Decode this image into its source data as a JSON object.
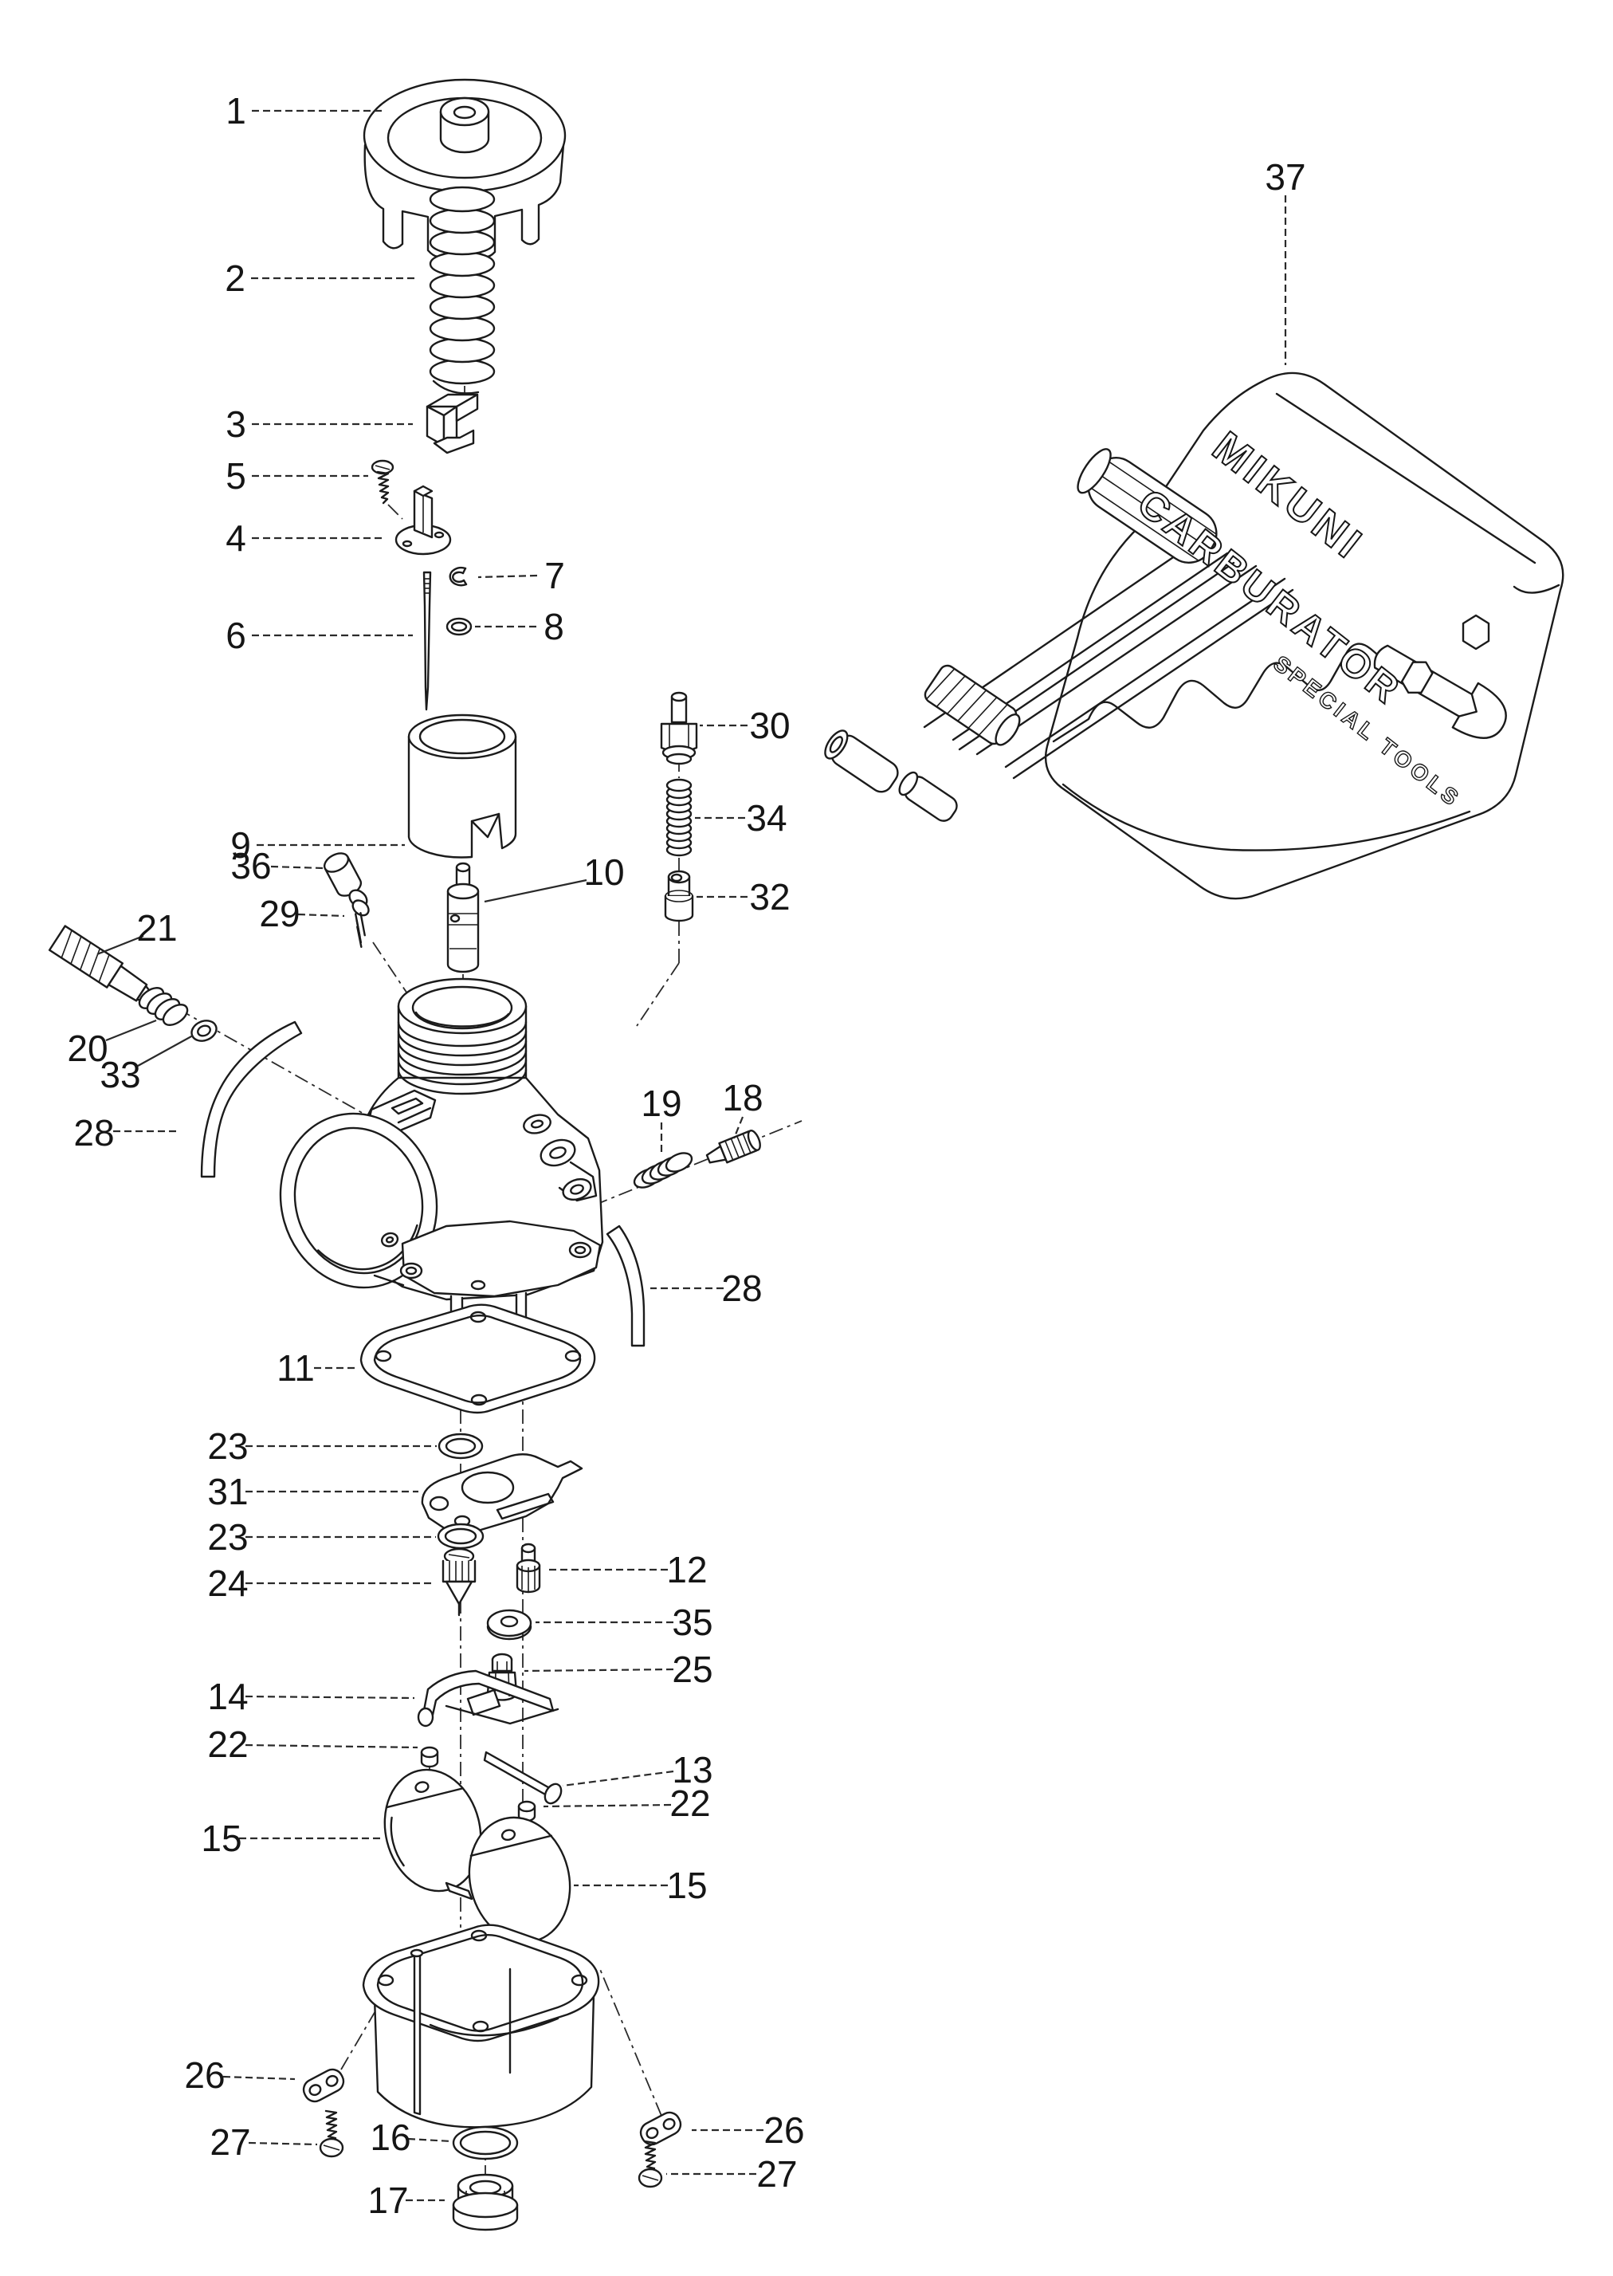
{
  "diagram": {
    "kind": "exploded-parts-diagram",
    "subject": "carburetor",
    "pouch": {
      "line1": "MIKUNI",
      "line2": "CARBURATOR",
      "line3": "SPECIAL TOOLS"
    },
    "callouts": [
      {
        "n": "1",
        "name": "top-cap"
      },
      {
        "n": "2",
        "name": "slide-spring"
      },
      {
        "n": "3",
        "name": "spring-seat-clip"
      },
      {
        "n": "5",
        "name": "retainer-screw"
      },
      {
        "n": "4",
        "name": "needle-retainer"
      },
      {
        "n": "7",
        "name": "e-clip"
      },
      {
        "n": "8",
        "name": "o-ring-small"
      },
      {
        "n": "6",
        "name": "jet-needle"
      },
      {
        "n": "37",
        "name": "special-tools-pouch"
      },
      {
        "n": "9",
        "name": "throttle-slide"
      },
      {
        "n": "36",
        "name": "cap-sleeve"
      },
      {
        "n": "29",
        "name": "adjuster-spring-screw"
      },
      {
        "n": "10",
        "name": "needle-jet"
      },
      {
        "n": "30",
        "name": "starter-jet"
      },
      {
        "n": "34",
        "name": "plunger-spring"
      },
      {
        "n": "21",
        "name": "cable-adjuster"
      },
      {
        "n": "32",
        "name": "starter-plunger"
      },
      {
        "n": "20",
        "name": "adjuster-spring"
      },
      {
        "n": "33",
        "name": "adjuster-washer"
      },
      {
        "n": "19",
        "name": "idle-screw-spring"
      },
      {
        "n": "18",
        "name": "idle-screw"
      },
      {
        "n": "28",
        "name": "vent-tube-left"
      },
      {
        "n": "28",
        "name": "vent-tube-right"
      },
      {
        "n": "11",
        "name": "bowl-gasket"
      },
      {
        "n": "23",
        "name": "o-ring-upper"
      },
      {
        "n": "31",
        "name": "baffle-plate"
      },
      {
        "n": "23",
        "name": "o-ring-lower"
      },
      {
        "n": "24",
        "name": "needle-valve-assembly"
      },
      {
        "n": "12",
        "name": "pilot-jet"
      },
      {
        "n": "35",
        "name": "jet-washer"
      },
      {
        "n": "14",
        "name": "float-arm"
      },
      {
        "n": "25",
        "name": "main-jet"
      },
      {
        "n": "22",
        "name": "float-pin-left"
      },
      {
        "n": "13",
        "name": "float-hinge-pin"
      },
      {
        "n": "22",
        "name": "float-pin-right"
      },
      {
        "n": "15",
        "name": "float-left"
      },
      {
        "n": "15",
        "name": "float-right"
      },
      {
        "n": "26",
        "name": "bracket-left"
      },
      {
        "n": "16",
        "name": "drain-o-ring"
      },
      {
        "n": "27",
        "name": "bowl-screw-left"
      },
      {
        "n": "17",
        "name": "drain-plug"
      },
      {
        "n": "26",
        "name": "bracket-right"
      },
      {
        "n": "27",
        "name": "bowl-screw-right"
      }
    ]
  }
}
